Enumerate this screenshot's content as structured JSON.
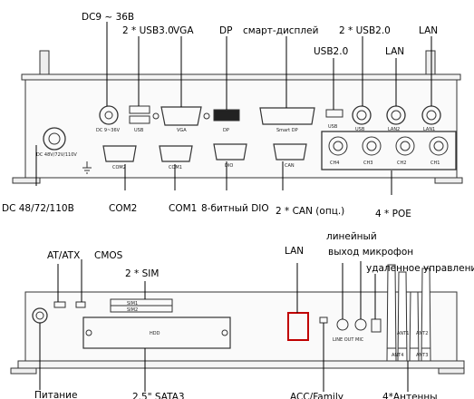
{
  "front_panel": {
    "labels": {
      "dc_in": "DC9 ~ 36В",
      "usb30": "2 * USB3.0",
      "vga": "VGA",
      "dp": "DP",
      "smart_display": "смарт-дисплей",
      "usb20_2": "2 * USB2.0",
      "usb20": "USB2.0",
      "lan_a": "LAN",
      "lan_b": "LAN",
      "dc_high": "DC 48/72/110В",
      "com2": "COM2",
      "com1": "COM1",
      "dio": "8-битный DIO",
      "can": "2 * CAN (опц.)",
      "poe": "4 * POE"
    },
    "panel_text": {
      "dc_left": "DC 48V/72V/110V",
      "dc_in": "DC   9~36V",
      "usb": "USB",
      "vga": "VGA",
      "dp": "DP",
      "smart_dp": "Smart DP",
      "usb_small": "USB",
      "usb_m12": "USB",
      "lan2": "LAN2",
      "lan1": "LAN1",
      "com2": "COM2",
      "com1": "COM1",
      "dio": "DIO",
      "can": "CAN",
      "ch4": "CH4",
      "ch3": "CH3",
      "ch2": "CH2",
      "ch1": "CH1"
    }
  },
  "rear_panel": {
    "labels": {
      "at_atx": "AT/ATX",
      "cmos": "CMOS",
      "sim": "2 * SIM",
      "lan": "LAN",
      "line_out": "линейный",
      "mic": "выход микрофон",
      "remote": "удаленное управление",
      "power": "Питание",
      "sata": "2.5\"   SATA3",
      "acc": "ACC/Family",
      "antennas": "4*Антенны"
    },
    "panel_text": {
      "sim1": "SIM1",
      "sim2": "SIM2",
      "hdd": "HDD",
      "line_out": "LINE OUT",
      "mic": "MIC",
      "ant1": "ANT1",
      "ant2": "ANT2",
      "ant3": "ANT3",
      "ant4": "ANT4"
    }
  }
}
